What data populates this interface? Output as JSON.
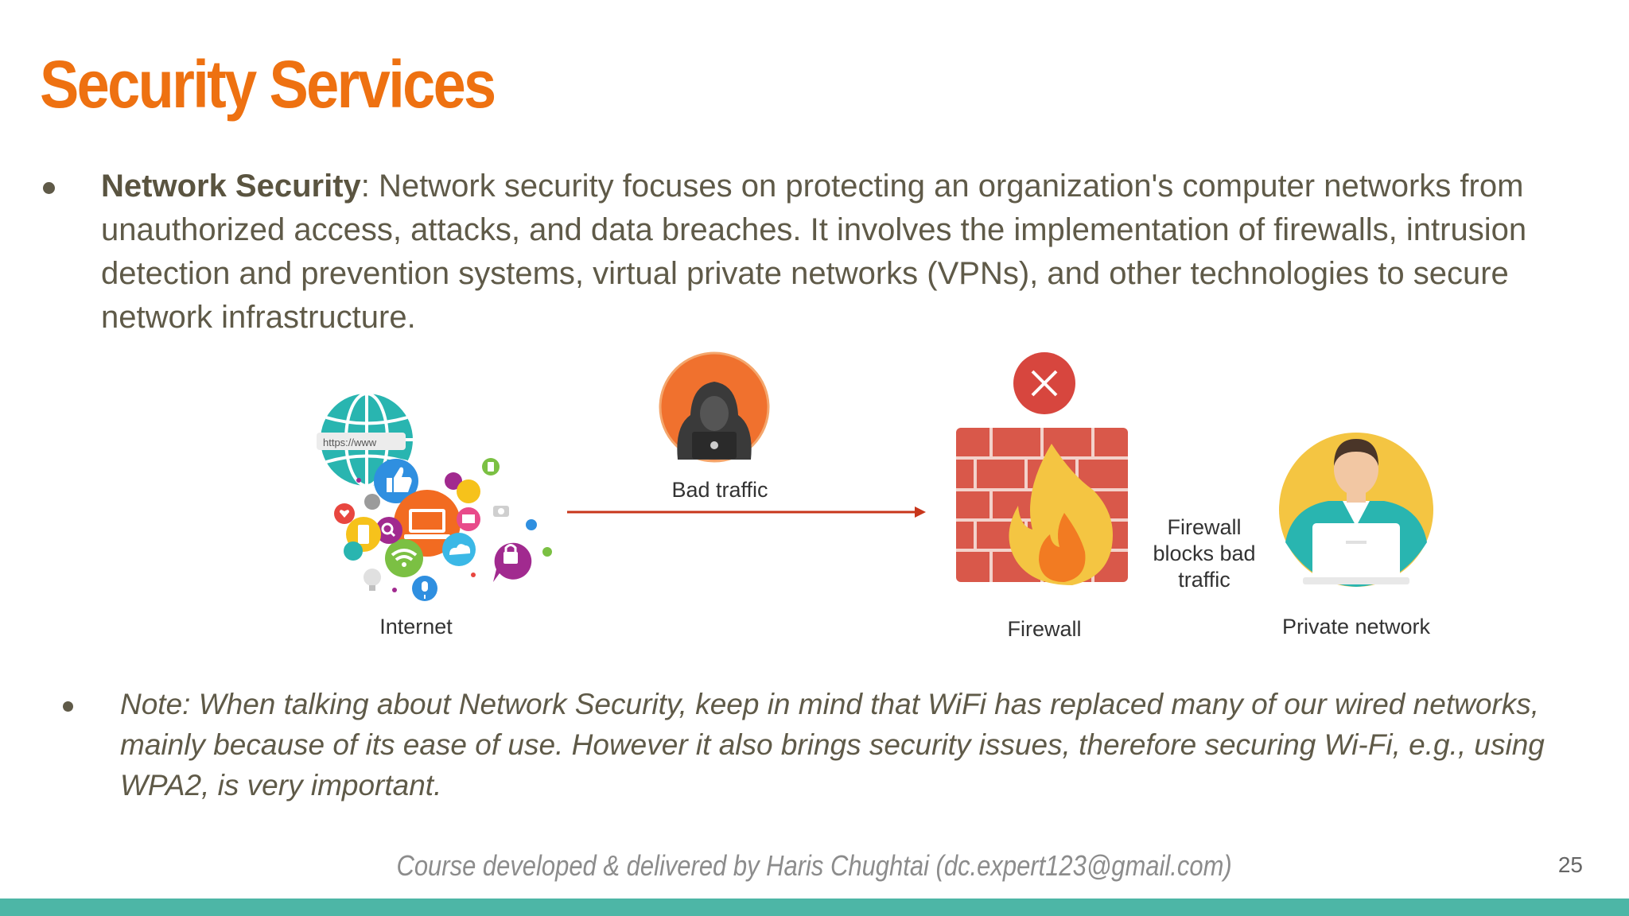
{
  "slide": {
    "title": "Security Services",
    "bullet1": {
      "term": "Network Security",
      "text": ": Network security focuses on protecting an organization's computer networks from unauthorized access, attacks, and data breaches. It involves the implementation of firewalls, intrusion detection and prevention systems, virtual private networks (VPNs), and other technologies to secure network infrastructure."
    },
    "figure": {
      "internet_label": "Internet",
      "url_label": "https://www",
      "bad_traffic_label": "Bad traffic",
      "firewall_label": "Firewall",
      "blocks_label_line1": "Firewall",
      "blocks_label_line2": "blocks bad",
      "blocks_label_line3": "traffic",
      "private_network_label": "Private network"
    },
    "note": "Note: When talking about Network Security, keep in mind that WiFi has replaced many of our wired networks, mainly because of its ease of use. However it also brings security issues, therefore securing Wi-Fi, e.g., using WPA2, is very important.",
    "footer": "Course developed & delivered by Haris Chughtai (dc.expert123@gmail.com)",
    "page_number": "25"
  },
  "colors": {
    "title": "#ee7111",
    "body_text": "#5f5a48",
    "accent_bar": "#4db6a6",
    "arrow": "#c8361b",
    "brick": "#d9584a",
    "flame": "#f4c542"
  }
}
